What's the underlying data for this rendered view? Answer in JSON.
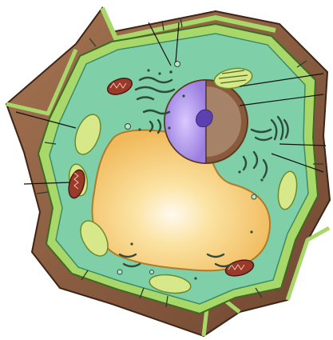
{
  "diagram": {
    "subject": "plant-cell",
    "colors": {
      "background": "#ffffff",
      "cell_wall": "#8a5a3c",
      "cell_wall_shadow": "#5c3a24",
      "plasma_membrane": "#a9d86a",
      "cytoplasm": "#7fd0a8",
      "cytoplasm_edge": "#3d8c64",
      "vacuole": "#f5c86a",
      "vacuole_highlight": "#fff6dc",
      "nuclear_envelope": "#9b6a4a",
      "nucleoplasm": "#b79ae8",
      "nucleolus": "#6a4ec0",
      "chloroplast": "#d6e88a",
      "mitochondria": "#9a3a2a",
      "er": "#2e4a3a",
      "leader_line": "#111111"
    },
    "organelles": [
      "cell-wall",
      "plasma-membrane",
      "cytoplasm",
      "central-vacuole",
      "nucleus",
      "nucleolus",
      "chloroplast",
      "mitochondrion",
      "endoplasmic-reticulum",
      "golgi-apparatus",
      "ribosome"
    ]
  }
}
